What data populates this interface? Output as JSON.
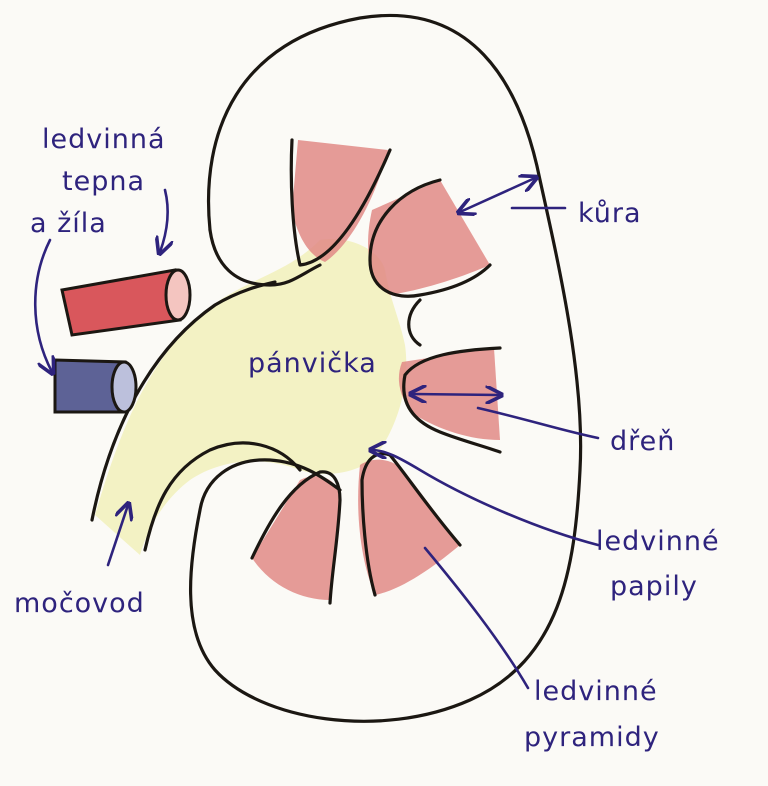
{
  "labels": {
    "vessels": [
      "ledvinná",
      "tepna",
      "a žíla"
    ],
    "cortex": "kůra",
    "pelvis": "pánvička",
    "medulla": "dřeň",
    "papillae": [
      "ledvinné",
      "papily"
    ],
    "ureter": "močovod",
    "pyramids": [
      "ledvinné",
      "pyramidy"
    ]
  },
  "colors": {
    "ink": "#1b1712",
    "pen": "#2e237d",
    "pyramid_fill": "#e08a86",
    "artery_fill": "#d9575c",
    "vein_fill": "#5d6296",
    "pelvis_fill": "#f3f2c4",
    "paper": "#fbfaf6"
  }
}
